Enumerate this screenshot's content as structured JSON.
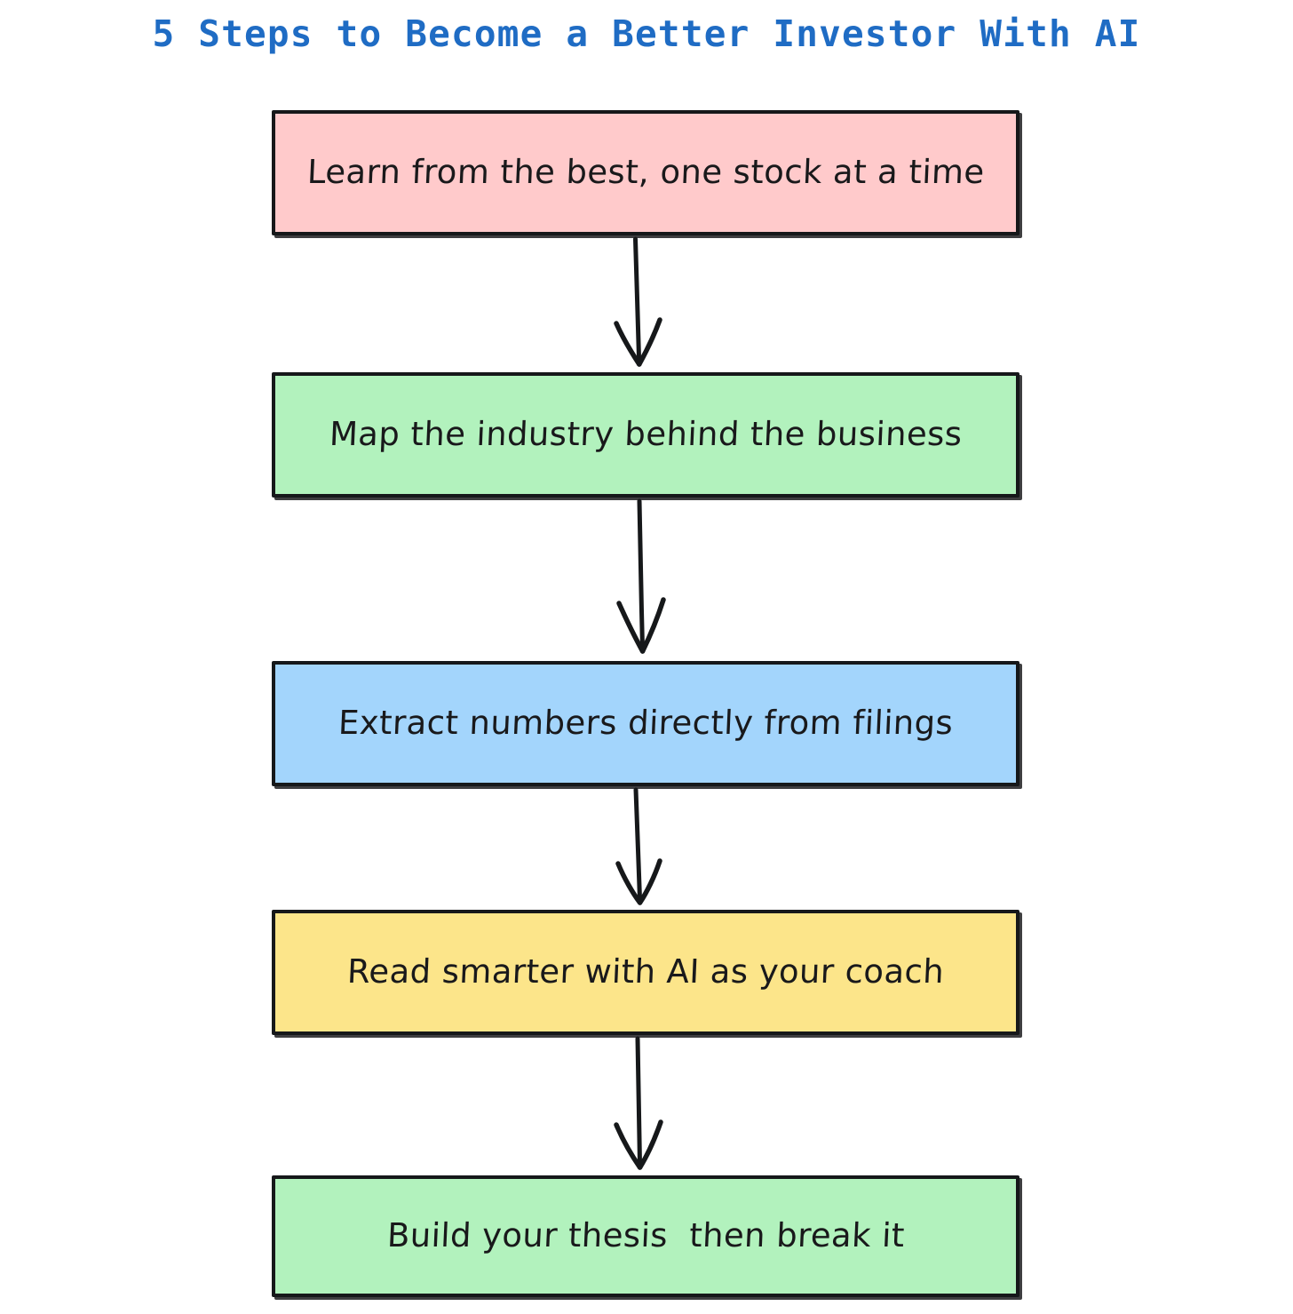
{
  "diagram": {
    "title": "5 Steps to Become a Better Investor With AI",
    "type": "flowchart",
    "direction": "top-to-bottom",
    "background_color": "#ffffff",
    "title_color": "#1f6cc4",
    "node_border_color": "#16181a",
    "arrow_color": "#16181a",
    "nodes": [
      {
        "id": "step-1",
        "label": "Learn from the best, one stock at a time",
        "fill_color": "#ffcacb",
        "color_name": "pink"
      },
      {
        "id": "step-2",
        "label": "Map the industry behind the business",
        "fill_color": "#b2f2bd",
        "color_name": "green"
      },
      {
        "id": "step-3",
        "label": "Extract numbers directly from filings",
        "fill_color": "#a3d5fc",
        "color_name": "blue"
      },
      {
        "id": "step-4",
        "label": "Read smarter with AI as your coach",
        "fill_color": "#fce58a",
        "color_name": "yellow"
      },
      {
        "id": "step-5",
        "label": "Build your thesis  then break it",
        "fill_color": "#b2f2bd",
        "color_name": "green"
      }
    ],
    "edges": [
      {
        "id": "edge-1-2",
        "from": "step-1",
        "to": "step-2",
        "arrowhead": "open-v",
        "label": ""
      },
      {
        "id": "edge-2-3",
        "from": "step-2",
        "to": "step-3",
        "arrowhead": "open-v",
        "label": ""
      },
      {
        "id": "edge-3-4",
        "from": "step-3",
        "to": "step-4",
        "arrowhead": "open-v",
        "label": ""
      },
      {
        "id": "edge-4-5",
        "from": "step-4",
        "to": "step-5",
        "arrowhead": "open-v",
        "label": ""
      }
    ]
  }
}
